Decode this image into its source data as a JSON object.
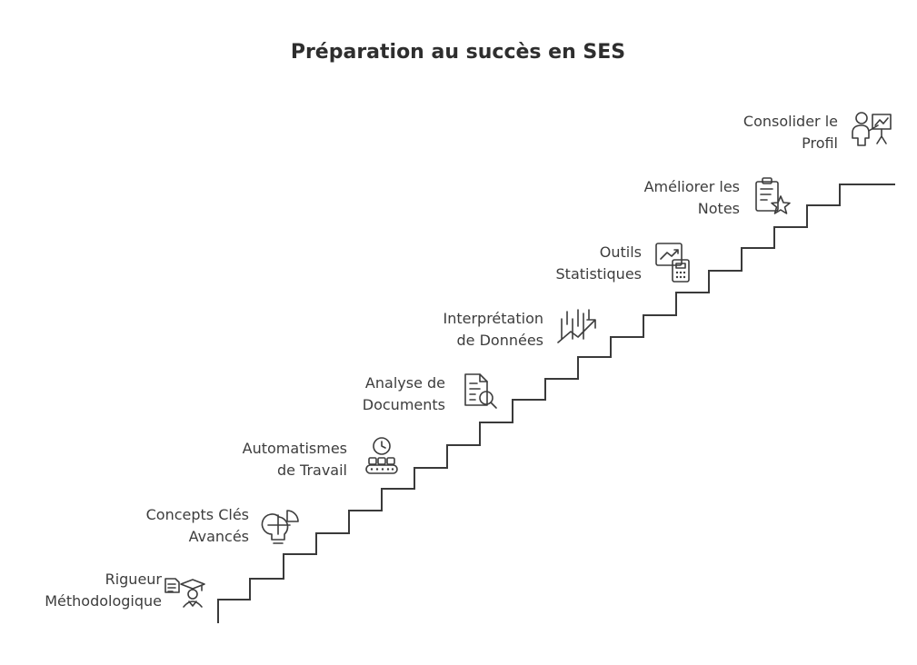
{
  "title": "Préparation au succès en SES",
  "steps": [
    {
      "label": [
        "Rigueur",
        "Méthodologique"
      ],
      "icon": "student-document-icon"
    },
    {
      "label": [
        "Concepts Clés",
        "Avancés"
      ],
      "icon": "lightbulb-chart-icon"
    },
    {
      "label": [
        "Automatismes",
        "de Travail"
      ],
      "icon": "clock-conveyor-icon"
    },
    {
      "label": [
        "Analyse de",
        "Documents"
      ],
      "icon": "document-search-icon"
    },
    {
      "label": [
        "Interprétation",
        "de Données"
      ],
      "icon": "chart-trend-icon"
    },
    {
      "label": [
        "Outils",
        "Statistiques"
      ],
      "icon": "chart-calculator-icon"
    },
    {
      "label": [
        "Améliorer les",
        "Notes"
      ],
      "icon": "clipboard-star-icon"
    },
    {
      "label": [
        "Consolider le",
        "Profil"
      ],
      "icon": "presenter-icon"
    }
  ]
}
